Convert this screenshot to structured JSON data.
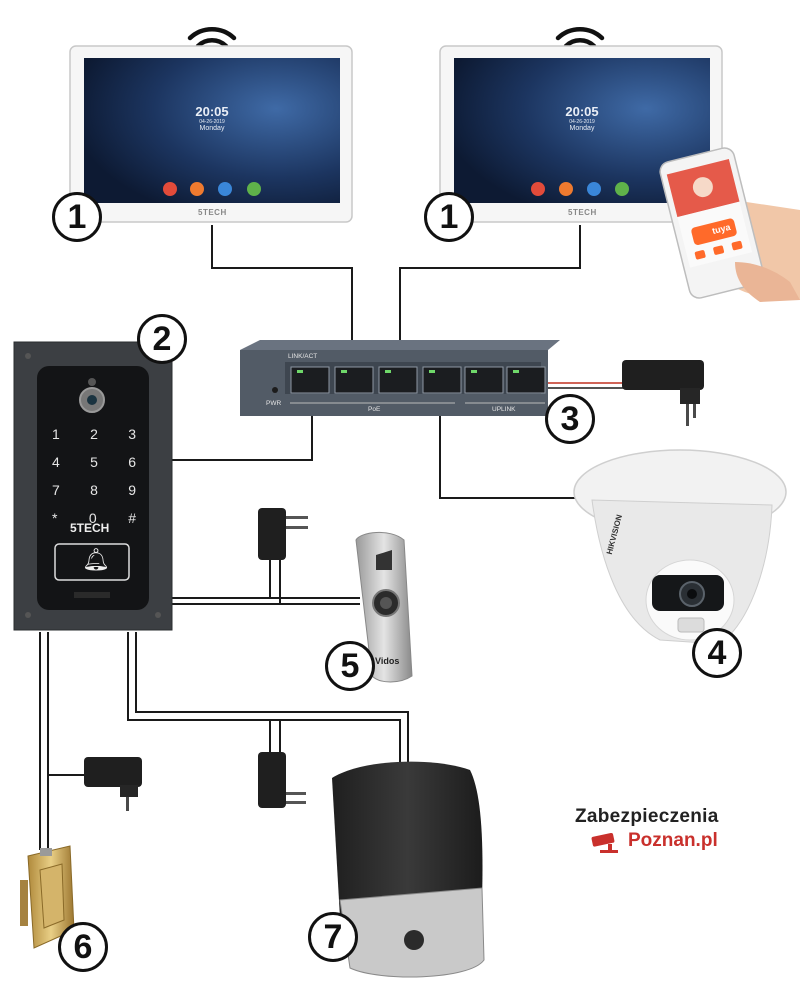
{
  "markers": [
    "1",
    "1",
    "2",
    "3",
    "4",
    "5",
    "6",
    "7"
  ],
  "monitor_screen": {
    "time": "20:05",
    "date": "04-26-2019",
    "day": "Monday",
    "brand": "5TECH"
  },
  "panel": {
    "keys": [
      "1",
      "2",
      "3",
      "4",
      "5",
      "6",
      "7",
      "8",
      "9",
      "*",
      "0",
      "#"
    ],
    "brand": "5TECH"
  },
  "switch": {
    "label_link": "LINK/ACT",
    "label_pwr": "PWR",
    "label_poe": "PoE",
    "label_uplink": "UPLINK"
  },
  "exit_button": {
    "brand": "Vidos"
  },
  "camera": {
    "brand": "HIKVISION"
  },
  "phone": {
    "app": "tuya"
  },
  "logo": {
    "line1": "Zabezpieczenia",
    "line2": "Poznan.pl"
  },
  "colors": {
    "wire": "#1a1a1a",
    "monitor_bezel": "#f4f4f4",
    "screen": "#1e3c6a",
    "panel": "#3a3d40",
    "switch": "#4d5560",
    "gate": "#2e2e2e"
  }
}
